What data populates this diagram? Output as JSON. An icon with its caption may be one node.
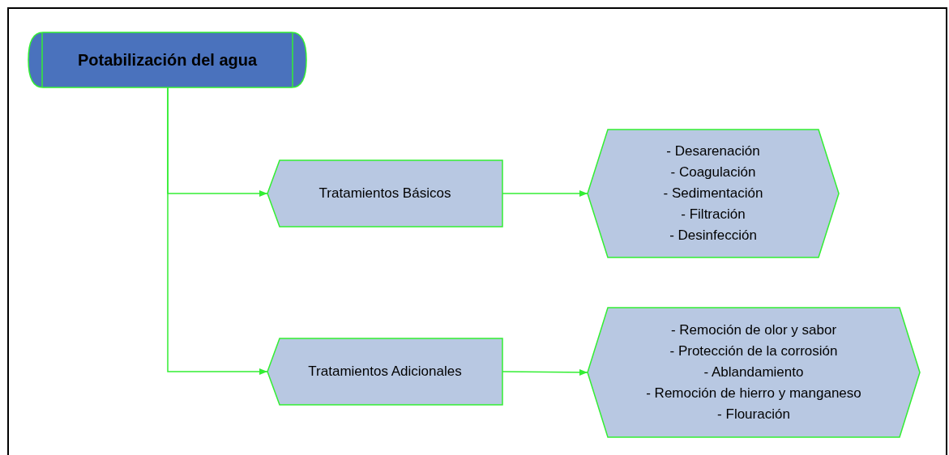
{
  "diagram": {
    "nodes": [
      {
        "text": [
          "Potabilización del agua"
        ]
      },
      {
        "text": [
          "Tratamientos Básicos"
        ]
      },
      {
        "text": [
          "- Desarenación",
          "- Coagulación",
          "- Sedimentación",
          "- Filtración",
          "- Desinfección"
        ]
      },
      {
        "text": [
          "Tratamientos Adicionales"
        ]
      },
      {
        "text": [
          "- Remoción de olor y sabor",
          "- Protección de la corrosión",
          "- Ablandamiento",
          "- Remoción de hierro y manganeso",
          "- Flouración"
        ]
      }
    ],
    "edges": [
      {
        "from": 0,
        "to": 1,
        "arrow": "to"
      },
      {
        "from": 0,
        "to": 3,
        "arrow": "to"
      },
      {
        "from": 1,
        "to": 2,
        "arrow": "to"
      },
      {
        "from": 3,
        "to": 4,
        "arrow": "to"
      }
    ]
  }
}
